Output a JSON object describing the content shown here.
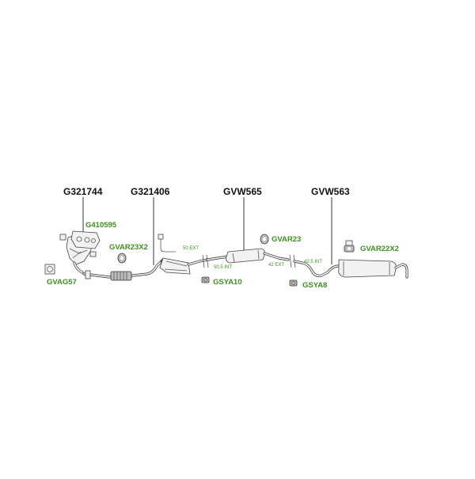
{
  "diagram": {
    "parts": {
      "manifold": "G321744",
      "front_pipe": "G321406",
      "middle_silencer": "GVW565",
      "rear_silencer": "GVW563"
    },
    "accessories": {
      "manifold_gasket": "G410595",
      "flange_gasket": "GVAG57",
      "rubber_mount_front": "GVAR23X2",
      "rubber_mount_middle": "GVAR23",
      "rubber_mount_rear": "GVAR22X2",
      "clamp_front": "GSYA10",
      "clamp_rear": "GSYA8"
    },
    "dimensions": {
      "ext_50": "50 EXT",
      "int_50_5": "50.5 INT",
      "ext_42": "42 EXT",
      "int_42_5": "42.5 INT"
    },
    "colors": {
      "part_number": "#111111",
      "accessory": "#3f8f1f",
      "pipe_stroke": "#444444"
    }
  }
}
